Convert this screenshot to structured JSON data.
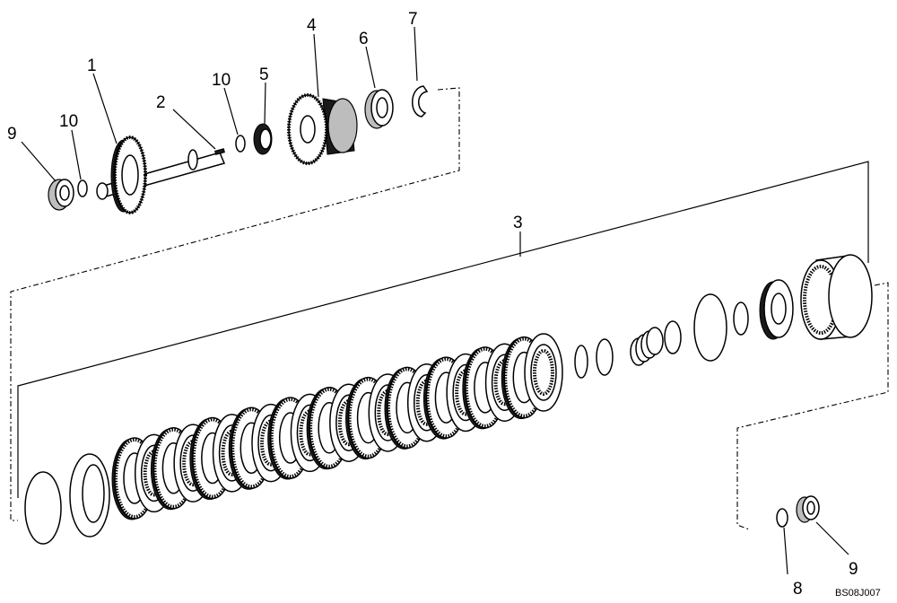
{
  "drawing_code": "BS08J007",
  "callouts": {
    "c1": "1",
    "c2": "2",
    "c3": "3",
    "c4": "4",
    "c5": "5",
    "c6": "6",
    "c7": "7",
    "c8": "8",
    "c9_top": "9",
    "c9_bottom": "9",
    "c10_left": "10",
    "c10_mid": "10"
  },
  "colors": {
    "line": "#000000",
    "background": "#ffffff"
  }
}
